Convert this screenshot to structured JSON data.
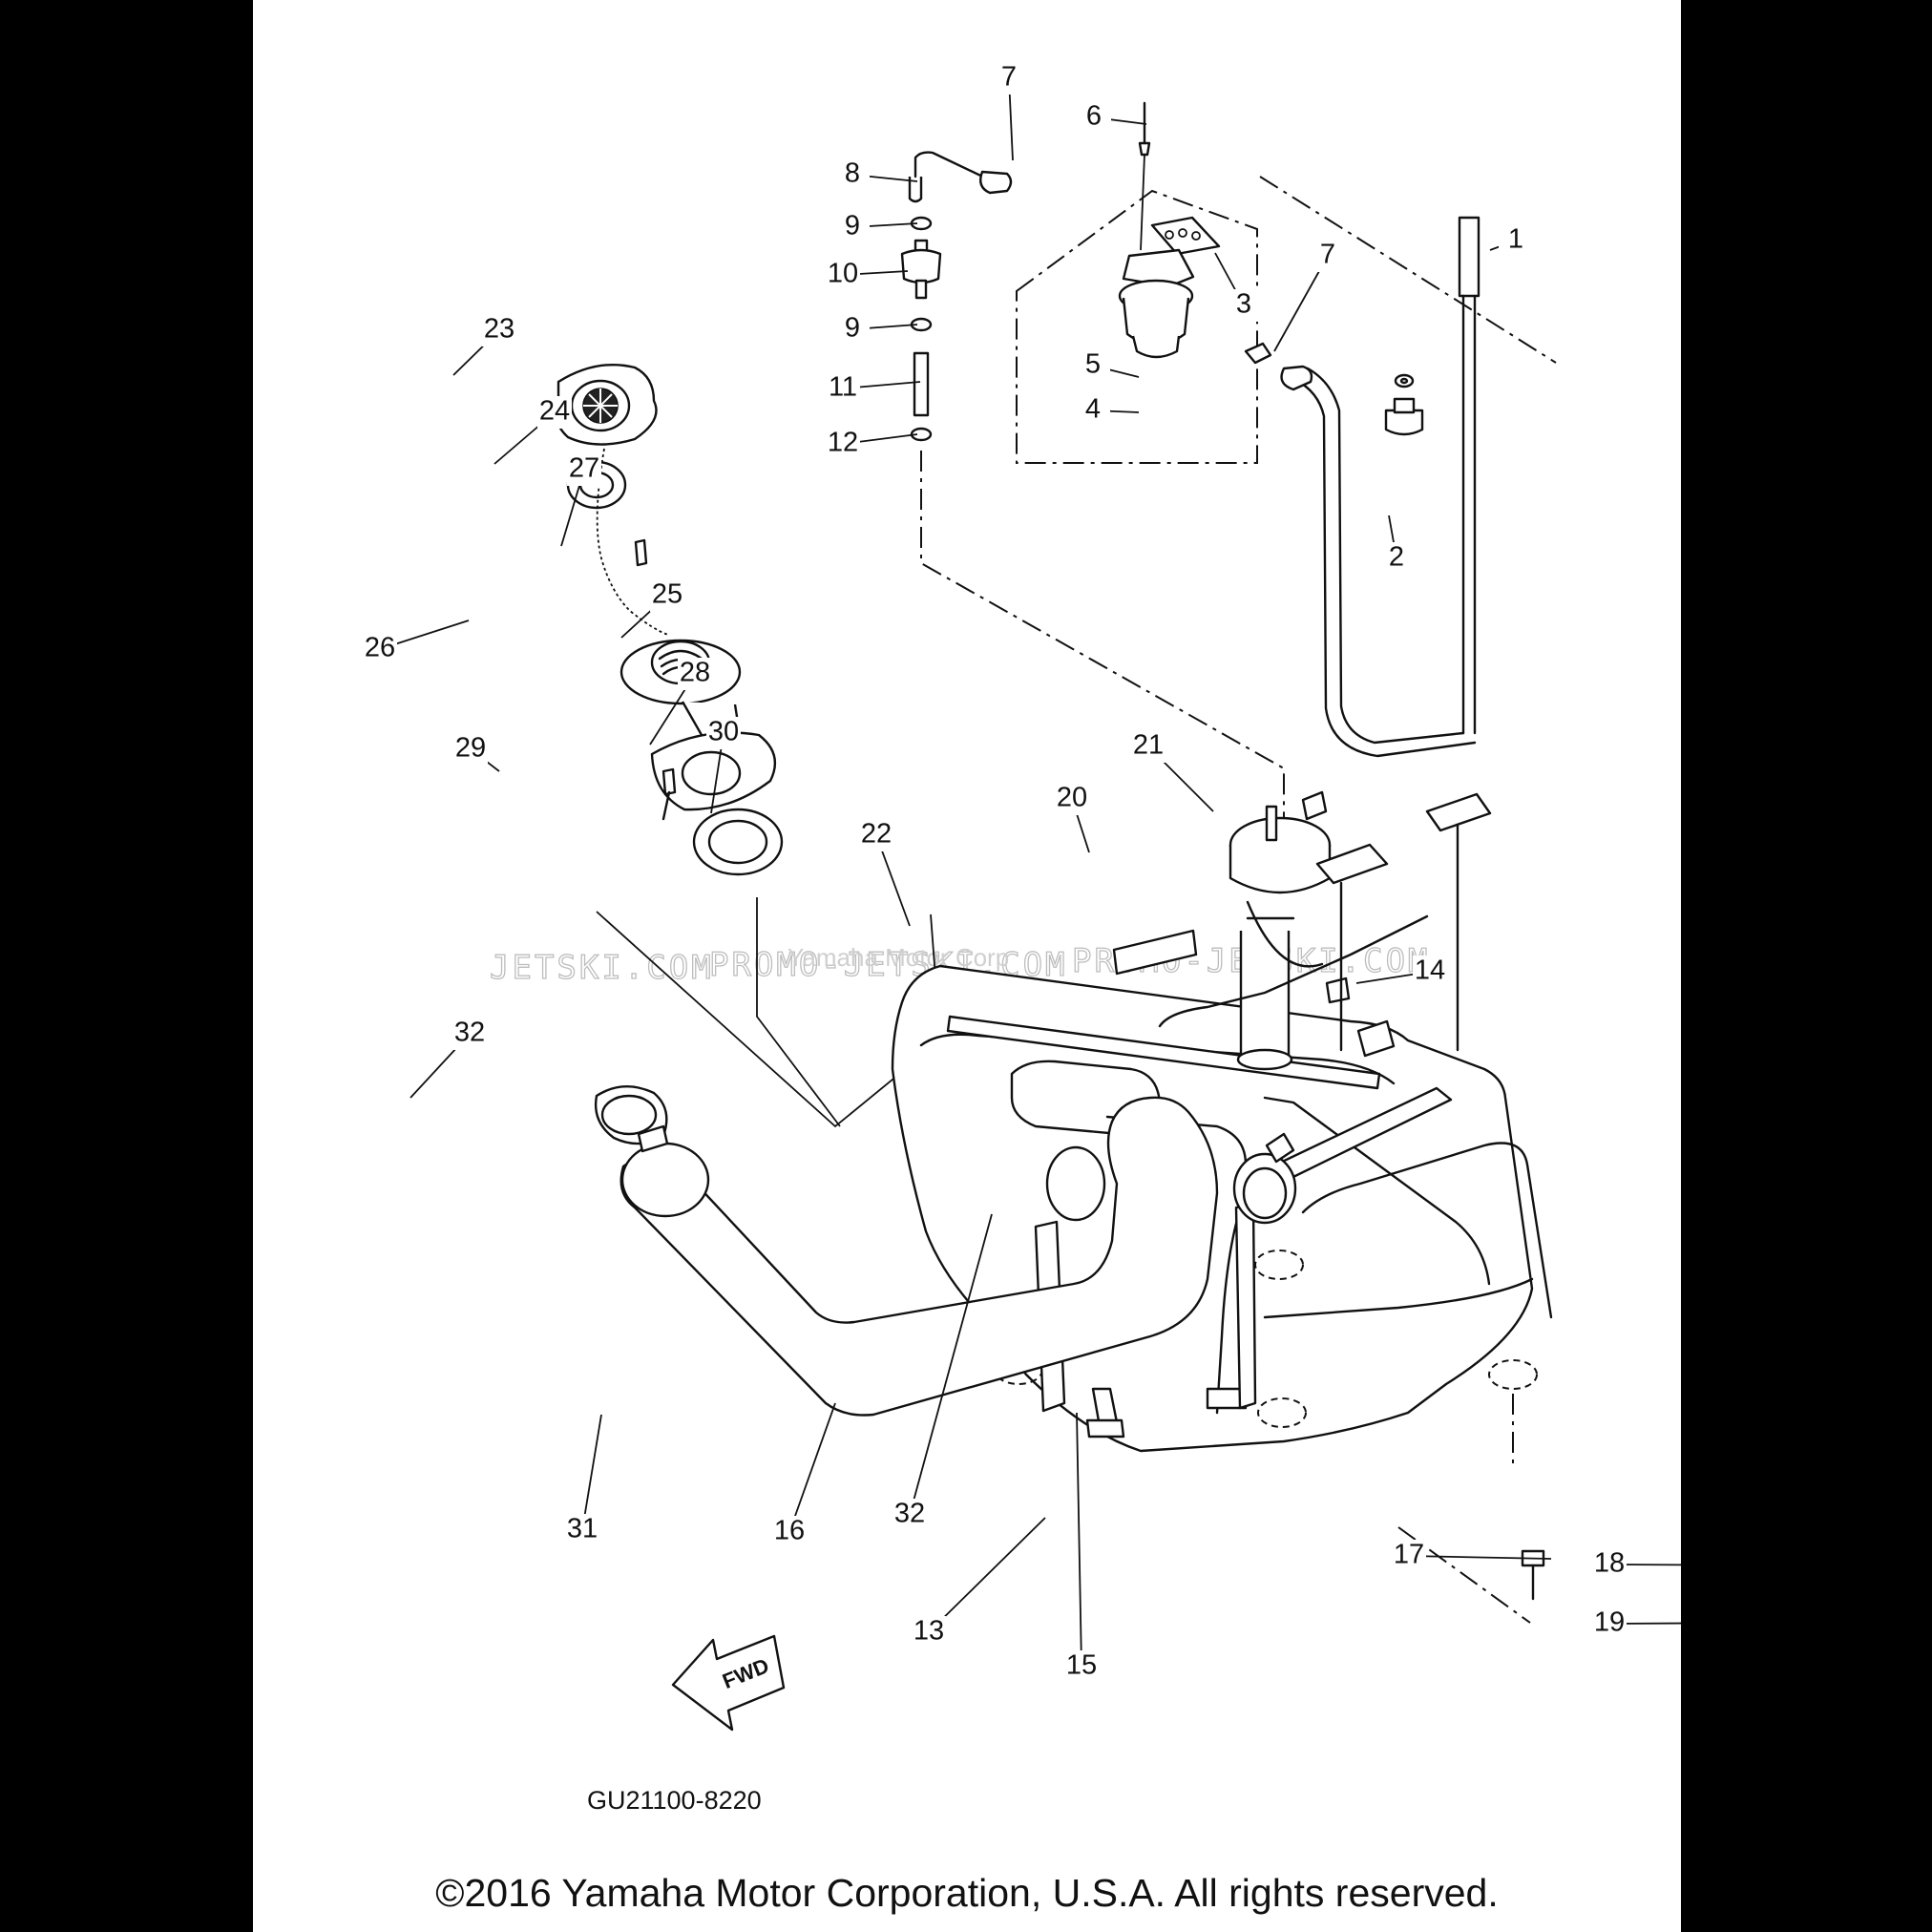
{
  "diagram": {
    "part_labels": [
      "1",
      "2",
      "3",
      "4",
      "5",
      "6",
      "7",
      "7",
      "8",
      "9",
      "9",
      "10",
      "11",
      "12",
      "13",
      "14",
      "15",
      "16",
      "17",
      "18",
      "19",
      "20",
      "21",
      "22",
      "23",
      "24",
      "25",
      "26",
      "27",
      "28",
      "29",
      "30",
      "31",
      "32",
      "32"
    ],
    "fwd_badge": "FWD",
    "drawing_code": "GU21100-8220",
    "watermark_left": "JETSKI.COM",
    "watermark_right": "PROMO-JETSKI.COM",
    "watermark_inline": "Yamaha Motor Corp"
  },
  "footer": {
    "copyright": "©2016 Yamaha Motor Corporation, U.S.A. All rights reserved."
  },
  "colors": {
    "page": "#ffffff",
    "margin": "#000000",
    "ink": "#111111",
    "watermark": "#bdbdbd"
  }
}
